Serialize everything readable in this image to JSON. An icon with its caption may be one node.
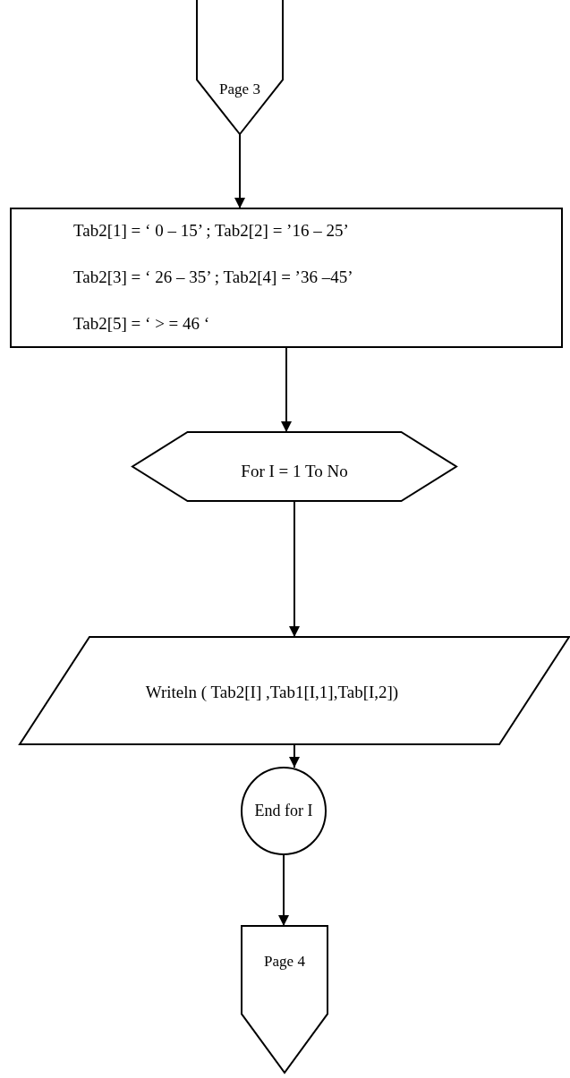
{
  "diagram": {
    "nodes": [
      {
        "text": [
          "Page 3"
        ]
      },
      {
        "text": [
          "Tab2[1] = ‘ 0 – 15’ ; Tab2[2] = ’16 – 25’",
          "Tab2[3] = ‘ 26 – 35’ ; Tab2[4] = ’36 –45’",
          "Tab2[5] = ‘ > = 46 ‘"
        ]
      },
      {
        "text": [
          "For I = 1 To No"
        ]
      },
      {
        "text": [
          "Writeln ( Tab2[I] ,Tab1[I,1],Tab[I,2])"
        ]
      },
      {
        "text": [
          "End for I"
        ]
      },
      {
        "text": [
          "Page 4"
        ]
      }
    ],
    "edges": [
      {
        "from": 0,
        "to": 1,
        "arrow": "to"
      },
      {
        "from": 1,
        "to": 2,
        "arrow": "to"
      },
      {
        "from": 2,
        "to": 3,
        "arrow": "to"
      },
      {
        "from": 3,
        "to": 4,
        "arrow": "to"
      },
      {
        "from": 4,
        "to": 5,
        "arrow": "to"
      }
    ]
  }
}
